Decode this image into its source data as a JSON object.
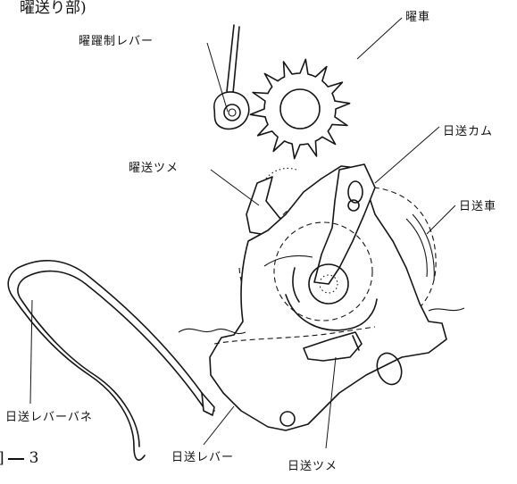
{
  "figure": {
    "caption_top": "曜送り部)",
    "caption_bottom": "3"
  },
  "labels": {
    "youyaku_lever": "曜躍制レバー",
    "yousha": "曜車",
    "yousou_tsume": "曜送ツメ",
    "hisou_cam": "日送カム",
    "hisou_sha": "日送車",
    "hisou_lever_bane": "日送レバーバネ",
    "hisou_lever": "日送レバー",
    "hisou_tsume": "日送ツメ"
  }
}
